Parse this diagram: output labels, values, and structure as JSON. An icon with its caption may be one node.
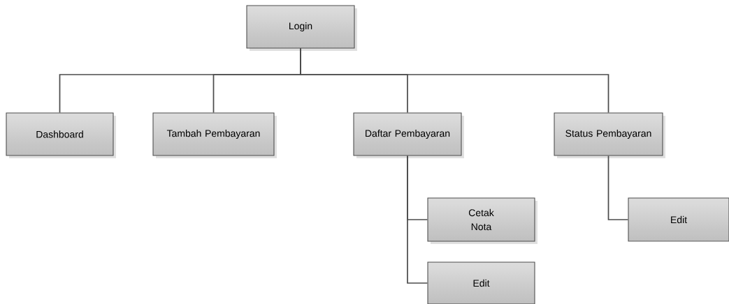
{
  "diagram": {
    "nodes": [
      {
        "text": [
          "Login"
        ]
      },
      {
        "text": [
          "Dashboard"
        ]
      },
      {
        "text": [
          "Tambah Pembayaran"
        ]
      },
      {
        "text": [
          "Daftar Pembayaran"
        ]
      },
      {
        "text": [
          "Status Pembayaran"
        ]
      },
      {
        "text": [
          "Cetak Nota"
        ]
      },
      {
        "text": [
          "Edit"
        ]
      },
      {
        "text": [
          "Edit"
        ]
      }
    ],
    "edges": [
      {
        "from": 0,
        "to": 1,
        "arrow": "none"
      },
      {
        "from": 0,
        "to": 2,
        "arrow": "none"
      },
      {
        "from": 0,
        "to": 3,
        "arrow": "none"
      },
      {
        "from": 0,
        "to": 4,
        "arrow": "none"
      },
      {
        "from": 3,
        "to": 5,
        "arrow": "none"
      },
      {
        "from": 3,
        "to": 6,
        "arrow": "none"
      },
      {
        "from": 4,
        "to": 7,
        "arrow": "none"
      }
    ]
  }
}
